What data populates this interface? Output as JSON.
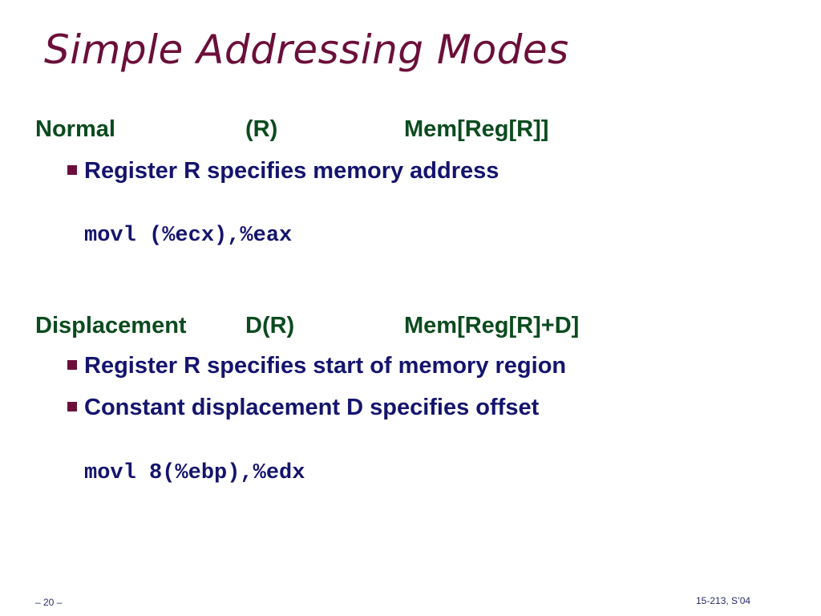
{
  "slide": {
    "title": "Simple Addressing Modes"
  },
  "modes": [
    {
      "name": "Normal",
      "syntax": "(R)",
      "semantics": "Mem[Reg[R]]",
      "bullets": [
        "Register R specifies memory address"
      ],
      "example": "movl (%ecx),%eax"
    },
    {
      "name": "Displacement",
      "syntax": "D(R)",
      "semantics": "Mem[Reg[R]+D]",
      "bullets": [
        "Register R specifies start of memory region",
        "Constant displacement D specifies offset"
      ],
      "example": "movl 8(%ebp),%edx"
    }
  ],
  "footer": {
    "page_number": "– 20 –",
    "course": "15-213, S’04"
  },
  "colors": {
    "title": "#6b0f3a",
    "mode_heading": "#0b4b1e",
    "body_text": "#14146e",
    "bullet_marker": "#6b0f3a"
  }
}
